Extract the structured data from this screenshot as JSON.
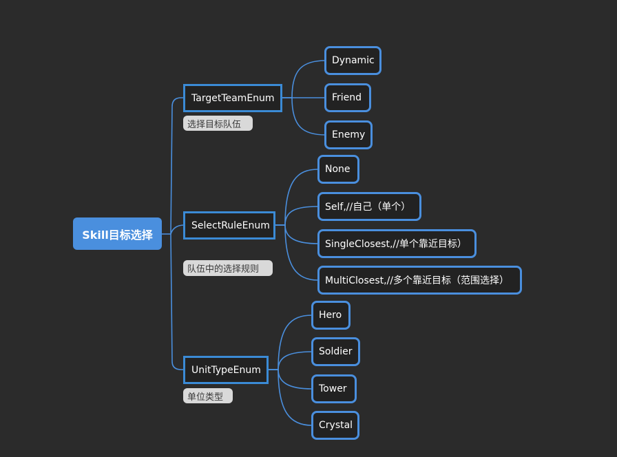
{
  "colors": {
    "background": "#2b2b2b",
    "root": "#4a8fde",
    "border": "#3b8bd6",
    "connector": "#4a8fde",
    "note": "#d9d9d9"
  },
  "root": {
    "label": "Skill目标选择"
  },
  "branches": [
    {
      "label": "TargetTeamEnum",
      "note": "选择目标队伍",
      "children": [
        "Dynamic",
        "Friend",
        "Enemy"
      ]
    },
    {
      "label": "SelectRuleEnum",
      "note": "队伍中的选择规则",
      "children": [
        "None",
        "Self,//自己（单个）",
        "SingleClosest,//单个靠近目标）",
        "MultiClosest,//多个靠近目标（范围选择）"
      ]
    },
    {
      "label": "UnitTypeEnum",
      "note": "单位类型",
      "children": [
        "Hero",
        "Soldier",
        "Tower",
        "Crystal"
      ]
    }
  ]
}
